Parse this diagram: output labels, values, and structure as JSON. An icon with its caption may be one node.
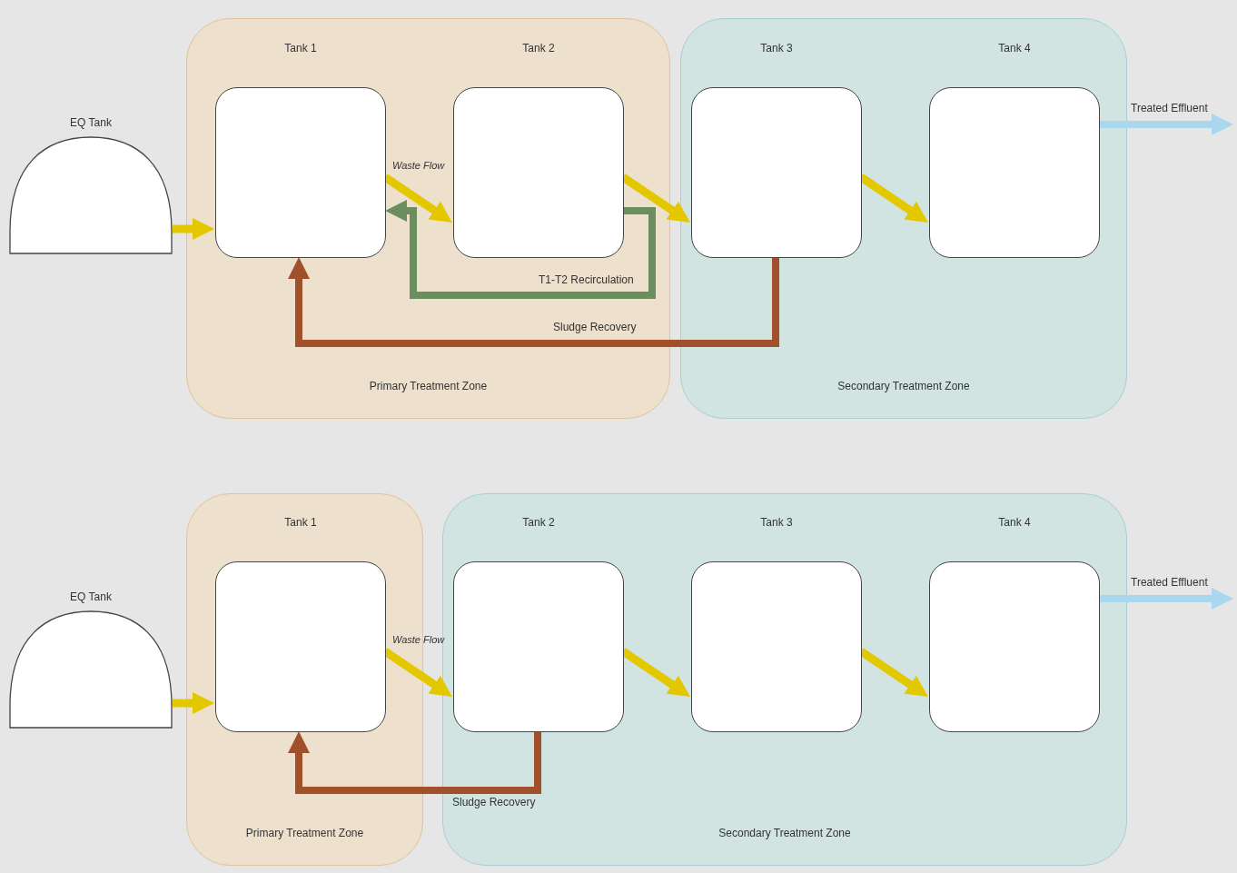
{
  "diagram": {
    "nodes": [
      {
        "text": [
          "EQ Tank"
        ]
      },
      {
        "text": [
          "Primary Treatment Zone"
        ]
      },
      {
        "text": [
          "Tank 1"
        ],
        "in": 1
      },
      {
        "text": [
          "Tank 2"
        ],
        "in": 1
      },
      {
        "text": [
          "Secondary Treatment Zone"
        ]
      },
      {
        "text": [
          "Tank 3"
        ],
        "in": 4
      },
      {
        "text": [
          "Tank 4"
        ],
        "in": 4
      },
      {
        "text": [
          "EQ Tank"
        ]
      },
      {
        "text": [
          "Primary Treatment Zone"
        ]
      },
      {
        "text": [
          "Tank 1"
        ],
        "in": 8
      },
      {
        "text": [
          "Secondary Treatment Zone"
        ]
      },
      {
        "text": [
          "Tank 2"
        ],
        "in": 10
      },
      {
        "text": [
          "Tank 3"
        ],
        "in": 10
      },
      {
        "text": [
          "Tank 4"
        ],
        "in": 10
      }
    ],
    "edges": [
      {
        "from": 0,
        "to": 2,
        "arrow": "to"
      },
      {
        "from": 2,
        "to": 3,
        "arrow": "to",
        "label": "Waste Flow"
      },
      {
        "from": 3,
        "to": 5,
        "arrow": "to"
      },
      {
        "from": 5,
        "to": 6,
        "arrow": "to"
      },
      {
        "from": 6,
        "to": null,
        "arrow": "to",
        "label": "Treated Effluent",
        "color": "#a9d8ee"
      },
      {
        "from": 3,
        "to": 2,
        "arrow": "to",
        "label": "T1-T2 Recirculation",
        "color": "#6b8e5e"
      },
      {
        "from": 5,
        "to": 2,
        "arrow": "to",
        "label": "Sludge Recovery",
        "color": "#a0502a"
      },
      {
        "from": 7,
        "to": 9,
        "arrow": "to"
      },
      {
        "from": 9,
        "to": 11,
        "arrow": "to",
        "label": "Waste Flow"
      },
      {
        "from": 11,
        "to": 12,
        "arrow": "to"
      },
      {
        "from": 12,
        "to": 13,
        "arrow": "to"
      },
      {
        "from": 13,
        "to": null,
        "arrow": "to",
        "label": "Treated Effluent",
        "color": "#a9d8ee"
      },
      {
        "from": 11,
        "to": 9,
        "arrow": "to",
        "label": "Sludge Recovery",
        "color": "#a0502a"
      }
    ]
  }
}
